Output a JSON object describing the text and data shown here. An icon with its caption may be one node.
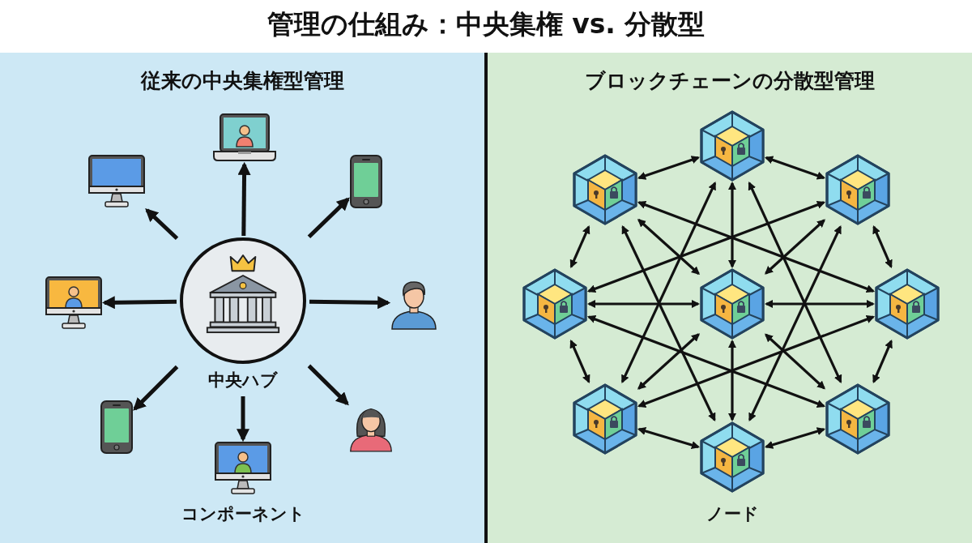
{
  "diagram": {
    "title": "管理の仕組み：中央集権 vs. 分散型",
    "nodes": [
      {
        "text": [
          "従来の中央集権型管理"
        ]
      },
      {
        "text": [
          "中央ハブ"
        ],
        "in": 0
      },
      {
        "text": [],
        "shape": "laptop",
        "in": 0
      },
      {
        "text": [],
        "shape": "monitor",
        "in": 0
      },
      {
        "text": [],
        "shape": "phone",
        "in": 0
      },
      {
        "text": [],
        "shape": "monitor",
        "in": 0
      },
      {
        "text": [],
        "shape": "person",
        "in": 0
      },
      {
        "text": [],
        "shape": "phone",
        "in": 0
      },
      {
        "text": [],
        "shape": "person",
        "in": 0
      },
      {
        "text": [],
        "shape": "monitor",
        "in": 0
      },
      {
        "text": [
          "ブロックチェーンの分散型管理"
        ]
      },
      {
        "text": [],
        "shape": "cube",
        "in": 10
      },
      {
        "text": [],
        "shape": "cube",
        "in": 10
      },
      {
        "text": [],
        "shape": "cube",
        "in": 10
      },
      {
        "text": [],
        "shape": "cube",
        "in": 10
      },
      {
        "text": [],
        "shape": "cube",
        "in": 10
      },
      {
        "text": [],
        "shape": "cube",
        "in": 10
      },
      {
        "text": [],
        "shape": "cube",
        "in": 10
      },
      {
        "text": [],
        "shape": "cube",
        "in": 10
      },
      {
        "text": [],
        "shape": "cube",
        "in": 10
      }
    ],
    "edges": [
      {
        "from": 1,
        "to": 2,
        "arrow": "to"
      },
      {
        "from": 1,
        "to": 3,
        "arrow": "to"
      },
      {
        "from": 1,
        "to": 4,
        "arrow": "to"
      },
      {
        "from": 1,
        "to": 5,
        "arrow": "to"
      },
      {
        "from": 1,
        "to": 6,
        "arrow": "to"
      },
      {
        "from": 1,
        "to": 7,
        "arrow": "to"
      },
      {
        "from": 1,
        "to": 8,
        "arrow": "to"
      },
      {
        "from": 1,
        "to": 9,
        "arrow": "to"
      },
      {
        "from": 11,
        "to": 12,
        "arrow": "both"
      },
      {
        "from": 11,
        "to": 13,
        "arrow": "both"
      },
      {
        "from": 12,
        "to": 14,
        "arrow": "both"
      },
      {
        "from": 13,
        "to": 16,
        "arrow": "both"
      },
      {
        "from": 14,
        "to": 17,
        "arrow": "both"
      },
      {
        "from": 16,
        "to": 18,
        "arrow": "both"
      },
      {
        "from": 17,
        "to": 19,
        "arrow": "both"
      },
      {
        "from": 18,
        "to": 19,
        "arrow": "both"
      },
      {
        "from": 15,
        "to": 11,
        "arrow": "both"
      },
      {
        "from": 15,
        "to": 12,
        "arrow": "both"
      },
      {
        "from": 15,
        "to": 13,
        "arrow": "both"
      },
      {
        "from": 15,
        "to": 14,
        "arrow": "both"
      },
      {
        "from": 15,
        "to": 16,
        "arrow": "both"
      },
      {
        "from": 15,
        "to": 17,
        "arrow": "both"
      },
      {
        "from": 15,
        "to": 18,
        "arrow": "both"
      },
      {
        "from": 15,
        "to": 19,
        "arrow": "both"
      },
      {
        "from": 12,
        "to": 16,
        "arrow": "both"
      },
      {
        "from": 13,
        "to": 14,
        "arrow": "both"
      },
      {
        "from": 14,
        "to": 18,
        "arrow": "both"
      },
      {
        "from": 16,
        "to": 17,
        "arrow": "both"
      },
      {
        "from": 11,
        "to": 17,
        "arrow": "both"
      },
      {
        "from": 11,
        "to": 18,
        "arrow": "both"
      },
      {
        "from": 12,
        "to": 19,
        "arrow": "both"
      },
      {
        "from": 13,
        "to": 19,
        "arrow": "both"
      }
    ],
    "labels": [
      "コンポーネント",
      "ノード"
    ]
  }
}
